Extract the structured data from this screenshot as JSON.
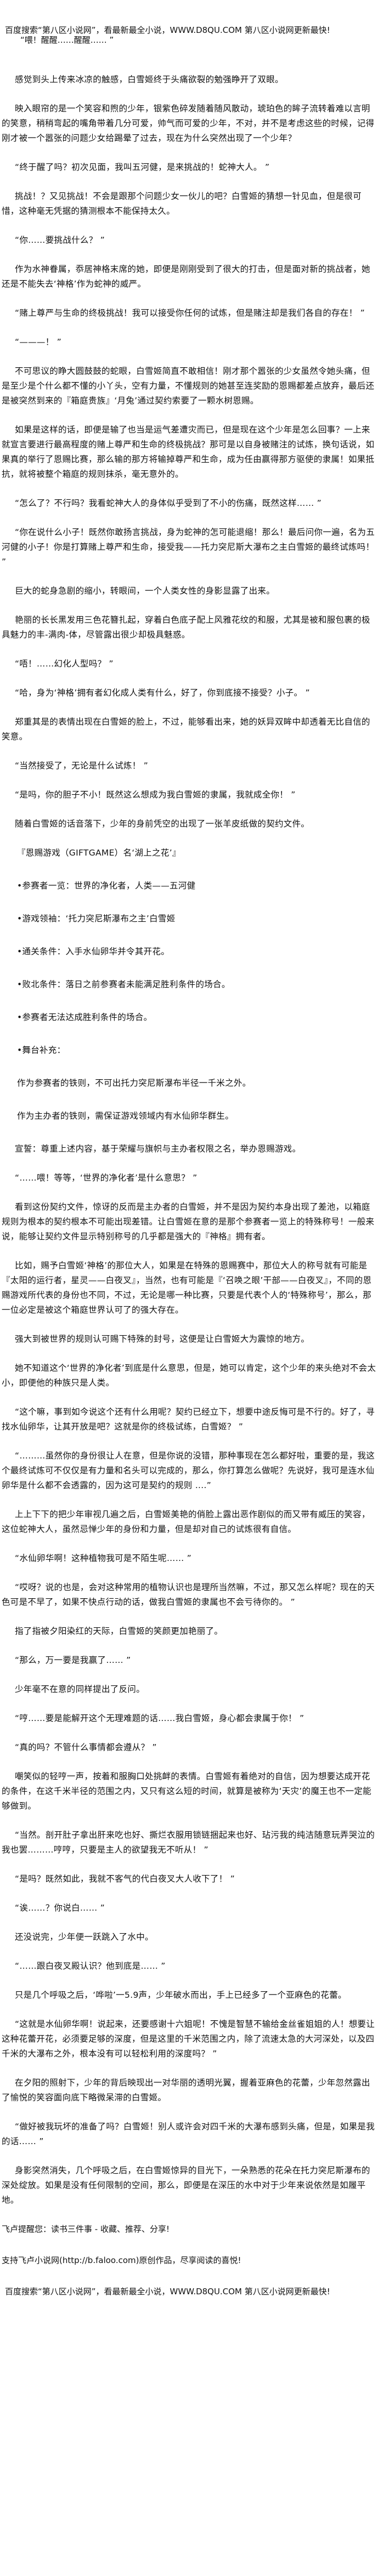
{
  "header": {
    "site_banner": "百度搜索“第八区小说网”，看最新最全小说，WWW.D8QU.COM  第八区小说网更新最快!",
    "first_line": "“喂！醒醒……醒醒…… ”"
  },
  "paragraphs": [
    {
      "text": "感觉到头上传来冰凉的触感，白雪姬终于头痛欲裂的勉强睁开了双眼。",
      "style": "para"
    },
    {
      "text": "映入眼帘的是一个笑容和煦的少年，银紫色碎发随着随风散动，琥珀色的眸子流转着难以言明的笑意，稍稍弯起的嘴角带着几分可爱，帅气而可爱的少年，不对，并不是考虑这些的时候，记得刚才被一个嚣张的问题少女给踢晕了过去，现在为什么突然出现了一个少年？",
      "style": "para"
    },
    {
      "text": "“终于醒了吗？初次见面，我叫五河健，是来挑战的！蛇神大人。 ”",
      "style": "para"
    },
    {
      "text": "挑战！？又见挑战！不会是跟那个问题少女一伙儿的吧？白雪姬的猜想一针见血，但是很可惜，这种毫无凭据的猜测根本不能保持太久。",
      "style": "para"
    },
    {
      "text": "“你……要挑战什么？ ”",
      "style": "para"
    },
    {
      "text": "作为水神眷属，忝居神格末席的她，即便是刚刚受到了很大的打击，但是面对新的挑战者，她还是不能失去‘神格’作为蛇神的威严。",
      "style": "para"
    },
    {
      "text": "“赌上尊严与生命的终极挑战！我可以接受你任何的试炼，但是赌注却是我们各自的存在！ ”",
      "style": "para"
    },
    {
      "text": "“———！ ”",
      "style": "para"
    },
    {
      "text": "不可思议的睁大圆鼓鼓的蛇眼，白雪姬简直不敢相信！刚才那个嚣张的少女虽然令她头痛，但是至少是个什么都不懂的小丫头，空有力量，不懂规则的她甚至连奖励的恩赐都差点放弃，最后还是被突然到来的『箱庭贵族』‘月兔’通过契约索要了一颗水树恩赐。",
      "style": "para"
    },
    {
      "text": "如果是这样的话，即便是输了也当是运气差遭灾而已，但是现在这个少年是怎么回事？一上来就宣言要进行最高程度的赌上尊严和生命的终极挑战？那可是以自身被赌注的试炼，换句话说，如果真的举行了恩赐比赛，那么输的那方将输掉尊严和生命，成为任由赢得那方驱使的隶属！如果抵抗，就将被整个箱庭的规则抹杀，毫无意外的。",
      "style": "para"
    },
    {
      "text": "“怎么了？不行吗？我看蛇神大人的身体似乎受到了不小的伤痛，既然这样…… ”",
      "style": "para"
    },
    {
      "text": "“你在说什么小子！既然你敢扬言挑战，身为蛇神的怎可能退缩！那么！最后问你一遍，名为五河健的小子！你是打算赌上尊严和生命，接受我——托力突尼斯大瀑布之主白雪姬的最终试炼吗！ ”",
      "style": "para"
    },
    {
      "text": "巨大的蛇身急剧的缩小，转眼间，一个人类女性的身影显露了出来。",
      "style": "para"
    },
    {
      "text": "艳丽的长长黑发用三色花簪扎起，穿着白色底子配上风雅花纹的和服，尤其是被和服包裹的极具魅力的丰-满肉-体，尽管露出很少却极具魅惑。",
      "style": "para"
    },
    {
      "text": "“唔！……幻化人型吗？ ”",
      "style": "para"
    },
    {
      "text": "“哈，身为‘神格’拥有者幻化成人类有什么，好了，你到底接不接受？小子。 ”",
      "style": "para"
    },
    {
      "text": "郑重其是的表情出现在白雪姬的脸上，不过，能够看出来，她的妖异双眸中却透着无比自信的笑意。",
      "style": "para"
    },
    {
      "text": "“当然接受了，无论是什么试炼！ ”",
      "style": "para"
    },
    {
      "text": "“是吗，你的胆子不小！既然这么想成为我白雪姬的隶属，我就成全你！ ”",
      "style": "para"
    },
    {
      "text": "随着白雪姬的话音落下，少年的身前凭空的出现了一张羊皮纸做的契约文件。",
      "style": "para"
    },
    {
      "text": "『恩赐游戏（GIFTGAME）名‘湖上之花’』",
      "style": "para item"
    },
    {
      "text": "•参赛者一览：世界的净化者，人类——五河健",
      "style": "para item"
    },
    {
      "text": "•游戏领袖：‘托力突尼斯瀑布之主’白雪姬",
      "style": "para item"
    },
    {
      "text": "•通关条件：入手水仙卵华并令其开花。",
      "style": "para item"
    },
    {
      "text": "•败北条件：落日之前参赛者未能满足胜利条件的场合。",
      "style": "para item"
    },
    {
      "text": "•参赛者无法达成胜利条件的场合。",
      "style": "para item"
    },
    {
      "text": "•舞台补充：",
      "style": "para item"
    },
    {
      "text": "作为参赛者的铁则，不可出托力突尼斯瀑布半径一千米之外。",
      "style": "para item"
    },
    {
      "text": "作为主办者的铁则，需保证游戏领域内有水仙卵华群生。",
      "style": "para item"
    },
    {
      "text": "宣誓：尊重上述内容，基于荣耀与旗帜与主办者权限之名，举办恩赐游戏。",
      "style": "para"
    },
    {
      "text": "“……喂！等等，‘世界的净化者’是什么意思？ ”",
      "style": "para"
    },
    {
      "text": "看到这份契约文件，惊讶的反而是主办者的白雪姬，并不是因为契约本身出现了差池，以箱庭规则为根本的契约根本不可能出现差错。让白雪姬在意的是那个参赛者一览上的特殊称号！一般来说，能够让契约文件显示特别称号的几乎都是强大的『神格』拥有者。",
      "style": "para"
    },
    {
      "text": "比如，赐予白雪姬‘神格’的那位大人，如果是在特殊的恩赐赛中，那位大人的称号就有可能是『太阳的运行者，星灵——白夜叉』，当然，也有可能是『‘召唤之眼’干部——白夜叉』，不同的恩赐游戏所代表的身份也不同，不过，无论是哪一种比赛，只要是代表个人的‘特殊称号’，那么，那一位必定是被这个箱庭世界认可了的强大存在。",
      "style": "para"
    },
    {
      "text": "强大到被世界的规则认可赐下特殊的封号，这便是让白雪姬大为震惊的地方。",
      "style": "para"
    },
    {
      "text": "她不知道这个‘世界的净化者’到底是什么意思，但是，她可以肯定，这个少年的来头绝对不会太小，即便他的种族只是人类。",
      "style": "para"
    },
    {
      "text": "“这个嘛，事到如今说这个还有什么用呢？契约已经立下，想要中途反悔可是不行的。好了，寻找水仙卵华，让其开放是吧？这就是你的终极试练，白雪姬？ ”",
      "style": "para"
    },
    {
      "text": "“………虽然你的身份很让人在意，但是你说的没错，那种事现在怎么都好啦，重要的是，我这个最终试炼可不仅仅是有力量和名头可以完成的，那么，你打算怎么做呢？先说好，我可是连水仙卵华是什么都不会透露的，因为这可是契约的规则 ....”",
      "style": "para"
    },
    {
      "text": "上上下下的把少年审视几遍之后，白雪姬美艳的俏脸上露出恶作剧似的而又带有威压的笑容，这位蛇神大人，虽然忌惮少年的身份和力量，但是却对自己的试炼很有自信。",
      "style": "para"
    },
    {
      "text": "“水仙卵华啊！这种植物我可是不陌生呢…… ”",
      "style": "para"
    },
    {
      "text": "“哎呀？说的也是，会对这种常用的植物认识也是理所当然嘛，不过，那又怎么样呢？现在的天色可是不早了，如果不快点行动的话，做我白雪姬的隶属也不会亏待你的。 ”",
      "style": "para"
    },
    {
      "text": "指了指被夕阳染红的天际，白雪姬的笑颜更加艳丽了。",
      "style": "para"
    },
    {
      "text": "“那么，万一要是我赢了…… ”",
      "style": "para"
    },
    {
      "text": "少年毫不在意的同样提出了反问。",
      "style": "para"
    },
    {
      "text": "“哼……要是能解开这个无理难题的话……我白雪姬，身心都会隶属于你！ ”",
      "style": "para"
    },
    {
      "text": "“真的吗？不管什么事情都会遵从？ ”",
      "style": "para"
    },
    {
      "text": "嘲笑似的轻哼一声，按着和服胸口处挑衅的表情。白雪姬有着绝对的自信，因为想要达成开花的条件，在这千米半径的范围之内，又只有这么短的时间，就算是被称为‘天灾’的魔王也不一定能够做到。",
      "style": "para"
    },
    {
      "text": "“当然。剖开肚子拿出肝来吃也好、撕烂衣服用锁链捆起来也好、玷污我的纯洁随意玩弄哭泣的我也罢………哼哼，只要是主人的欲望我无不听从！ ”",
      "style": "para"
    },
    {
      "text": "“是吗？既然如此，我就不客气的代白夜叉大人收下了！ ”",
      "style": "para"
    },
    {
      "text": "“诶……？你说白…… ”",
      "style": "para"
    },
    {
      "text": "还没说完，少年便一跃跳入了水中。",
      "style": "para"
    },
    {
      "text": "“……跟白夜叉殿认识？他到底是…… ”",
      "style": "para"
    },
    {
      "text": "只是几个呼吸之后，‘哗啦’一5.9声，少年破水而出，手上已经多了一个亚麻色的花蕾。",
      "style": "para"
    },
    {
      "text": "“这就是水仙卵华啊！说起来，还要感谢十六姐呢！不愧是智慧不输给金丝雀姐姐的人！想要让这种花蕾开花，必须要足够的深度，但是这里的千米范围之内，除了流速太急的大河深处，以及四千米的大瀑布之外，根本没有可以轻松利用的深度吗？ ”",
      "style": "para"
    },
    {
      "text": "在夕阳的照射下，少年的背后映现出一对华丽的透明光翼，握着亚麻色的花蕾，少年忽然露出了愉悦的笑容面向底下略微呆滞的白雪姬。",
      "style": "para"
    },
    {
      "text": "“做好被我玩坏的准备了吗？白雪姬！别人或许会对四千米的大瀑布感到头痛，但是，如果是我的话…… ”",
      "style": "para"
    },
    {
      "text": "身影突然消失，几个呼吸之后，在白雪姬惊异的目光下，一朵熟悉的花朵在托力突尼斯瀑布的深处绽放。如果是没有任何限制的空间，那么，即便是在深压的水中对于少年来说依然是如履平地。",
      "style": "para"
    }
  ],
  "footer": {
    "reminder": "飞卢提醒您：读书三件事 - 收藏、推荐、分享!",
    "support": "支持飞卢小说网(http://b.faloo.com)原创作品，尽享阅读的喜悦!",
    "site_banner": "百度搜索“第八区小说网”，看最新最全小说，WWW.D8QU.COM  第八区小说网更新最快!"
  }
}
